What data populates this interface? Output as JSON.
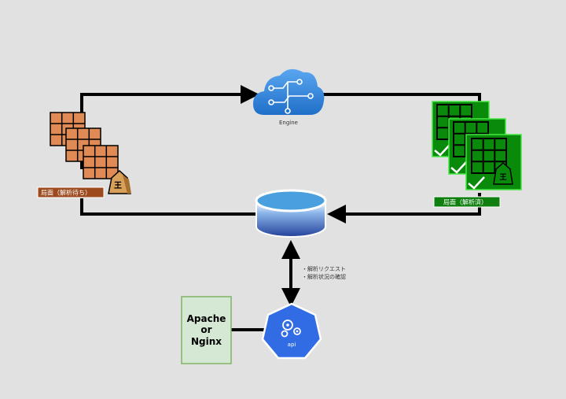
{
  "engine": {
    "label": "Engine",
    "icon": "cloud-circuit-icon",
    "color": "#2f7fd8"
  },
  "pending": {
    "label": "局面（解析待ち）",
    "color": "#9c4a1e",
    "board_color": "#e08a55"
  },
  "done": {
    "label": "局面（解析済）",
    "color": "#0f7f0f",
    "board_color": "#0a8a0a"
  },
  "piece_char": "王",
  "database": {
    "icon": "database-icon",
    "color": "#2a52a8"
  },
  "api": {
    "label": "api",
    "icon": "kubernetes-gear-icon",
    "color": "#326ce5"
  },
  "server": {
    "line1": "Apache",
    "line2": "or",
    "line3": "Nginx",
    "bg": "#d5e8d4",
    "border": "#82b366"
  },
  "notes": {
    "line1": "・解析リクエスト",
    "line2": "・解析状況の確認"
  }
}
